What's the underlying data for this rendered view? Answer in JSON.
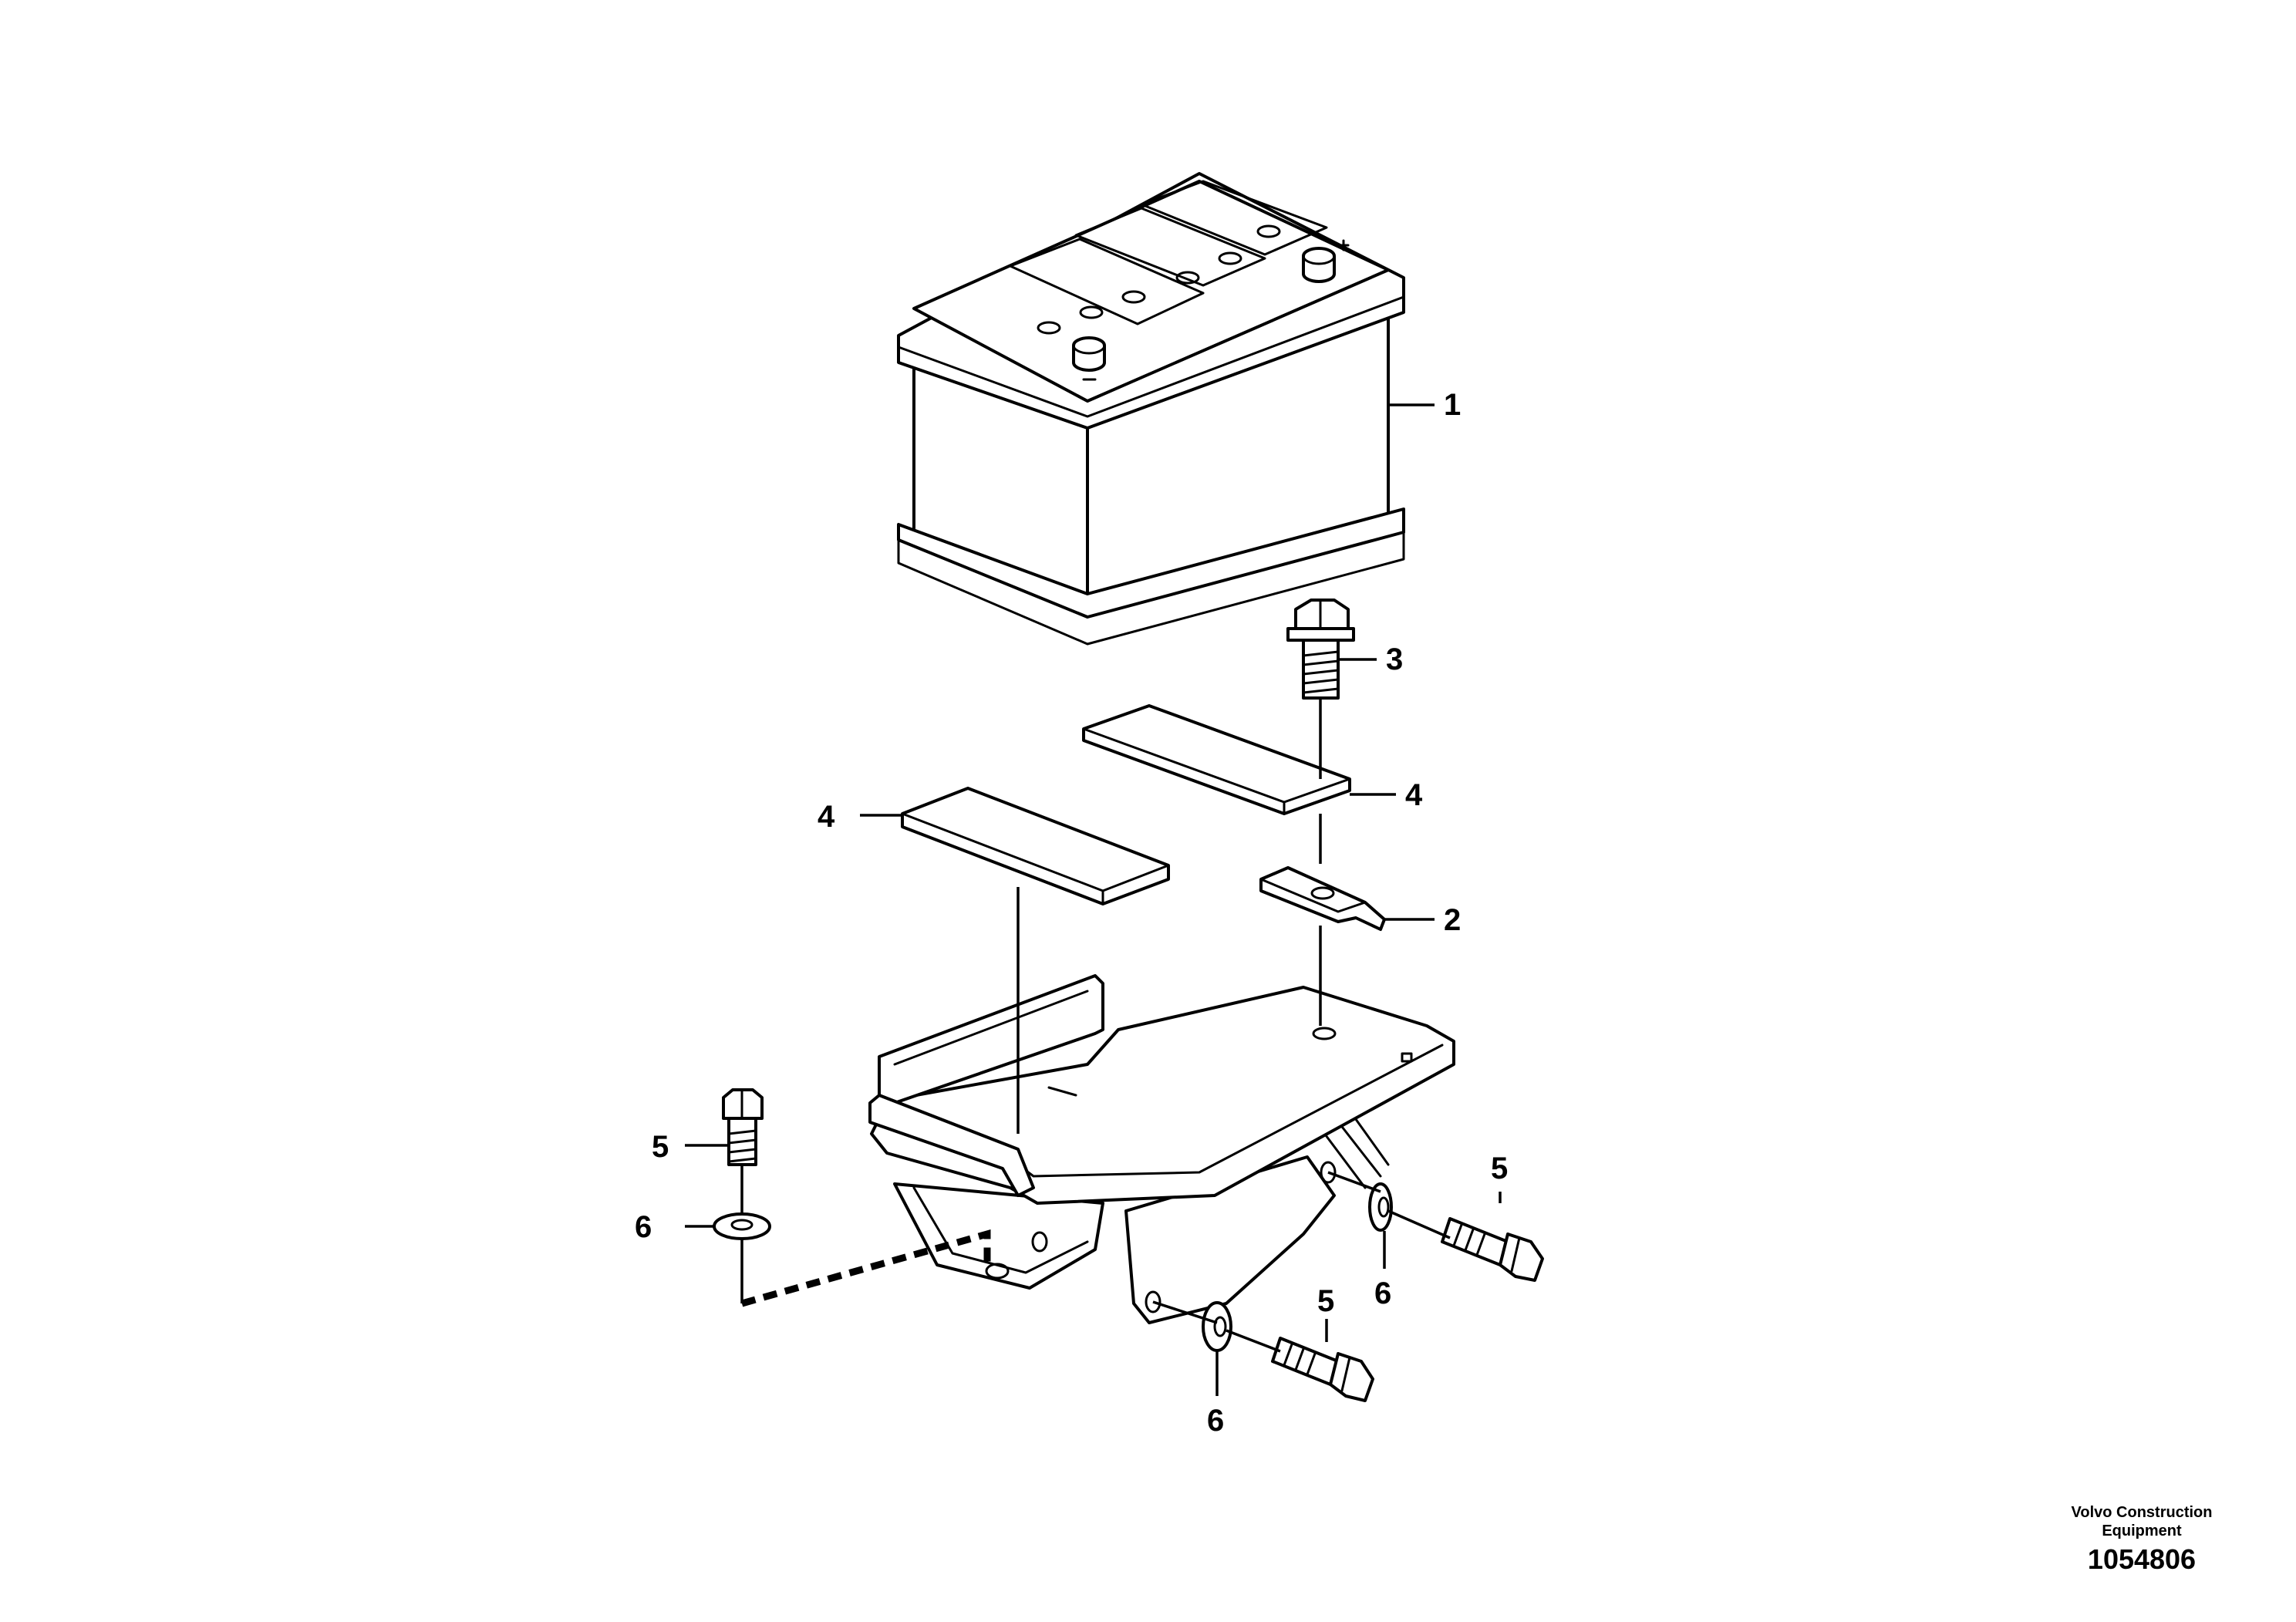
{
  "callouts": {
    "battery": "1",
    "clamp": "2",
    "screw_top": "3",
    "pad_right": "4",
    "pad_left": "4",
    "bolt_left": "5",
    "washer_left": "6",
    "bolt_right": "5",
    "washer_right": "6",
    "bolt_bottom": "5",
    "washer_bottom": "6"
  },
  "caption": {
    "maker": "Volvo Construction Equipment",
    "reference": "1054806"
  }
}
